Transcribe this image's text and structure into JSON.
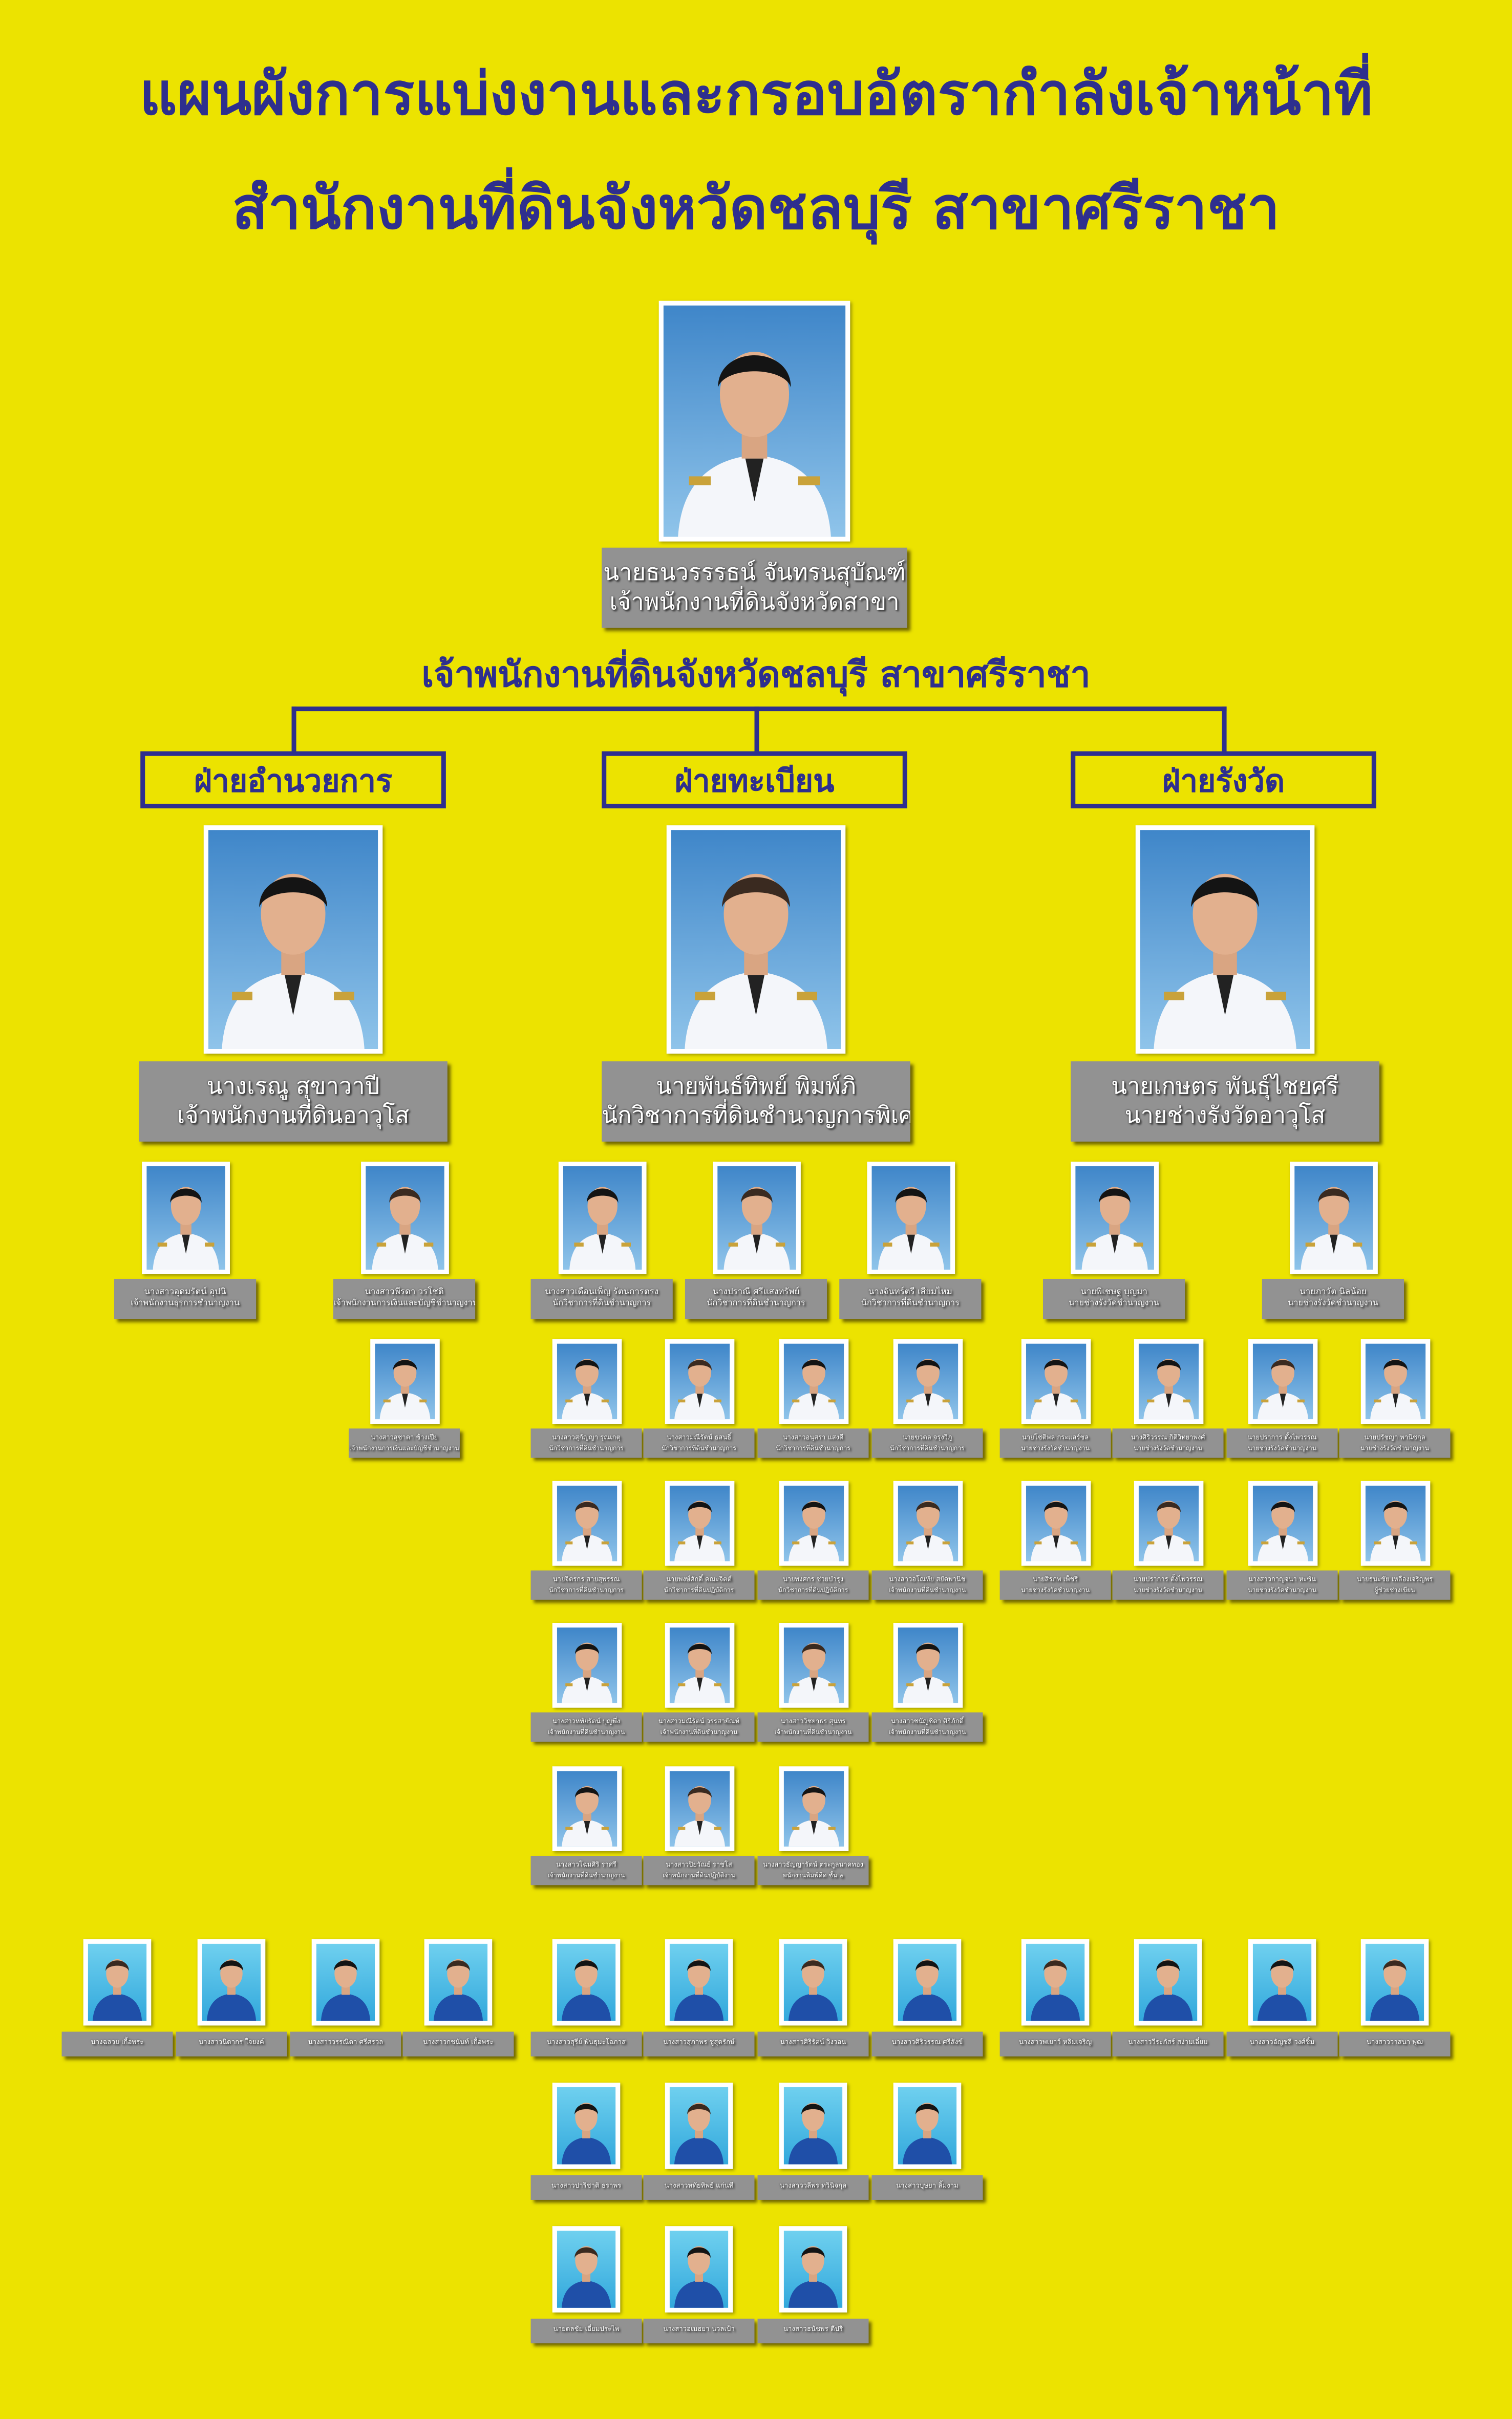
{
  "title": {
    "line1": "แผนผังการแบ่งงานและกรอบอัตรากำลังเจ้าหน้าที่",
    "line2": "สำนักงานที่ดินจังหวัดชลบุรี สาขาศรีราชา"
  },
  "chief": {
    "name": "นายธนวรรรธน์  จันทรนสุบัณฑ์",
    "position": "เจ้าพนักงานที่ดินจังหวัดสาขา"
  },
  "office_title": "เจ้าพนักงานที่ดินจังหวัดชลบุรี สาขาศรีราชา",
  "departments": [
    {
      "name": "ฝ่ายอำนวยการ",
      "head": {
        "name": "นางเรณู สุขาวาปี",
        "position": "เจ้าพนักงานที่ดินอาวุโส"
      },
      "staff_rows": [
        [
          {
            "name": "นางสาวอุดมรัตน์ อุปนิ",
            "position": "เจ้าพนักงานธุรการชำนาญงาน"
          },
          {
            "name": "นางสาวพีรดา วรโชติ",
            "position": "เจ้าพนักงานการเงินและบัญชีชำนาญงาน"
          }
        ],
        [
          {
            "name": "นางสาวสุชาดา ช้างเปีย",
            "position": "เจ้าพนักงานการเงินและบัญชีชำนาญงาน"
          }
        ]
      ]
    },
    {
      "name": "ฝ่ายทะเบียน",
      "head": {
        "name": "นายพันธ์ทิพย์ พิมพ์ภิ",
        "position": "นักวิชาการที่ดินชำนาญการพิเศษ"
      },
      "staff_rows": [
        [
          {
            "name": "นางสาวเดือนเพ็ญ รัตนการตรง",
            "position": "นักวิชาการที่ดินชำนาญการ"
          },
          {
            "name": "นางปราณี ศรีแสงทรัพย์",
            "position": "นักวิชาการที่ดินชำนาญการ"
          },
          {
            "name": "นางจันทร์ตรี เสียมไหม",
            "position": "นักวิชาการที่ดินชำนาญการ"
          }
        ],
        [
          {
            "name": "นางสาวสุกัญญา รุณเกตุ",
            "position": "นักวิชาการที่ดินชำนาญการ"
          },
          {
            "name": "นางสาวมณีรัตน์ ธสนธิ์",
            "position": "นักวิชาการที่ดินชำนาญการ"
          },
          {
            "name": "นางสาวอนุสรา แสงดี",
            "position": "นักวิชาการที่ดินชำนาญการ"
          },
          {
            "name": "นายขวดล จรุงวิภู",
            "position": "นักวิชาการที่ดินชำนาญการ"
          }
        ],
        [
          {
            "name": "นายจิตรกร สายสุพรรณ",
            "position": "นักวิชาการที่ดินชำนาญการ"
          },
          {
            "name": "นายพงษ์ศักดิ์ คณะจิตต์",
            "position": "นักวิชาการที่ดินปฏิบัติการ"
          },
          {
            "name": "นายพงศกร ช่วยบำรุง",
            "position": "นักวิชาการที่ดินปฏิบัติการ"
          },
          {
            "name": "นางสาวอโณทัย สยัดพานิช",
            "position": "เจ้าพนักงานที่ดินชำนาญงาน"
          }
        ],
        [
          {
            "name": "นางสาวหทัยรัตน์ บุญพึ่ง",
            "position": "เจ้าพนักงานที่ดินชำนาญงาน"
          },
          {
            "name": "นางสาวมณีรัตน์ วรรสายัณห์",
            "position": "เจ้าพนักงานที่ดินชำนาญงาน"
          },
          {
            "name": "นางสาววิชยาธร สุนทร",
            "position": "เจ้าพนักงานที่ดินชำนาญงาน"
          },
          {
            "name": "นางสาวชนัญชิดา ศิริภักดิ์",
            "position": "เจ้าพนักงานที่ดินชำนาญงาน"
          }
        ],
        [
          {
            "name": "นางสาวโฉมศิริ ราศรี",
            "position": "เจ้าพนักงานที่ดินชำนาญงาน"
          },
          {
            "name": "นางสาวปิยวัณย์ ราชโส",
            "position": "เจ้าพนักงานที่ดินปฏิบัติงาน"
          },
          {
            "name": "นางสาวธัญญารัตน์ ตระกูลนาคทอง",
            "position": "พนักงานพิมพ์ดีด ชั้น ๒"
          }
        ]
      ]
    },
    {
      "name": "ฝ่ายรังวัด",
      "head": {
        "name": "นายเกษตร พันธุ์ไชยศรี",
        "position": "นายช่างรังวัดอาวุโส"
      },
      "staff_rows": [
        [
          {
            "name": "นายพิเชษฐ บุญมา",
            "position": "นายช่างรังวัดชำนาญงาน"
          },
          {
            "name": "นายภาวัต นิลน้อย",
            "position": "นายช่างรังวัดชำนาญงาน"
          }
        ],
        [
          {
            "name": "นายโชติพล กระแสร์ชล",
            "position": "นายช่างรังวัดชำนาญงาน"
          },
          {
            "name": "นางศิริวรรณ กิติวิทยาพงศ์",
            "position": "นายช่างรังวัดชำนาญงาน"
          },
          {
            "name": "นายปราการ ตั้งไพวรรณ",
            "position": "นายช่างรังวัดชำนาญงาน"
          },
          {
            "name": "นายปรัชญา พานิชกุล",
            "position": "นายช่างรังวัดชำนาญงาน"
          }
        ],
        [
          {
            "name": "นายสิรภพ เพ็ชรี",
            "position": "นายช่างรังวัดชำนาญงาน"
          },
          {
            "name": "นายปราการ ตั้งไพวรรณ",
            "position": "นายช่างรังวัดชำนาญงาน"
          },
          {
            "name": "นางสาวกาญจนา หะซัน",
            "position": "นายช่างรังวัดชำนาญงาน"
          },
          {
            "name": "นายธนะชัย เหลืองเจริญพร",
            "position": "ผู้ช่วยช่างเขียน"
          }
        ]
      ]
    }
  ],
  "support_staff": {
    "left": [
      [
        {
          "name": "นางฉลวย เกื้อพระ"
        },
        {
          "name": "นางสาวนิดากร ใจยงค์"
        },
        {
          "name": "นางสาววรรณิดา ศรีศรวล"
        },
        {
          "name": "นางสาวกชนันท์ เกื้อพระ"
        }
      ]
    ],
    "middle": [
      [
        {
          "name": "นางสาวสุรีย์ พันธุมะโอภาส"
        },
        {
          "name": "นางสาวสุภาพร ชูสุดรักษ์"
        },
        {
          "name": "นางสาวศิริรัตน์ วิงวอน"
        },
        {
          "name": "นางสาวศิริวรรณ ศรีสังข์"
        }
      ],
      [
        {
          "name": "นางสาวปาริชาติ ธราพร"
        },
        {
          "name": "นางสาวหทัยทิพย์ แก่นที"
        },
        {
          "name": "นางสาววลีพร ทวินิจกุล"
        },
        {
          "name": "นางสาวบุษยา ลิ้มงาม"
        }
      ],
      [
        {
          "name": "นายดลชัย เอี่ยมประไพ"
        },
        {
          "name": "นางสาวอเมธยา นวลเป้า"
        },
        {
          "name": "นางสาวธนัชพร ดีปรี"
        }
      ]
    ],
    "right": [
      [
        {
          "name": "นางสาวพเยาว์ หลิมเจริญ"
        },
        {
          "name": "นางสาววีระภัสร์ สง่ามเอี่ยม"
        },
        {
          "name": "นางสาวอัญชลี วงศ์ชิ้ม"
        },
        {
          "name": "นางสาววาสนา พุฒ"
        }
      ]
    ]
  },
  "colors": {
    "background": "#ece300",
    "title": "#2e2f8e",
    "label": "#929292"
  }
}
